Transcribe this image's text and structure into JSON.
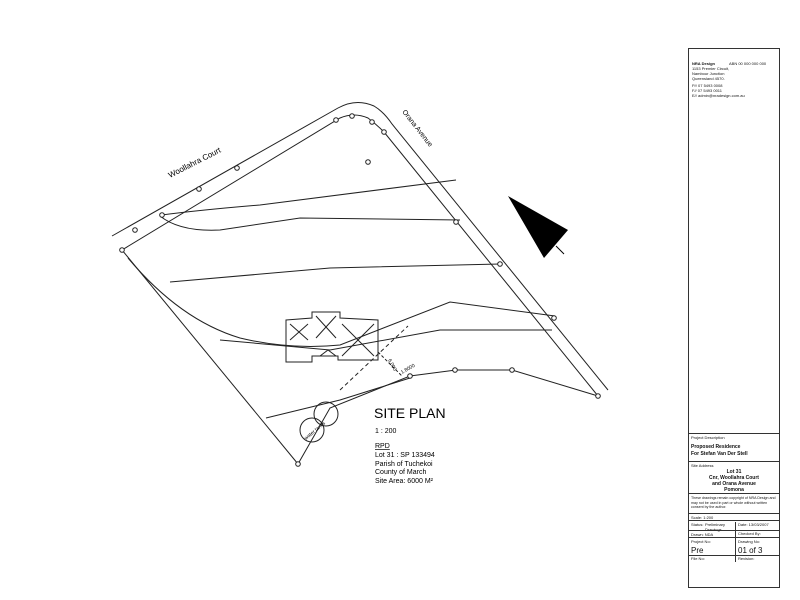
{
  "plan": {
    "title": "SITE PLAN",
    "scale": "1 : 200",
    "rpd": "RPD",
    "lot_line": "Lot 31 : SP 133494",
    "parish": "Parish of Tuchekoi",
    "county": "County of March",
    "site_area": "Site Area: 6000 M²",
    "road_north": "Woollahra Court",
    "road_east": "Orana Avenue",
    "tank_label": "water tanks",
    "dim_a": "6.000",
    "dim_b": "1.8000"
  },
  "title_block": {
    "company": "NRA Design",
    "company_sub": "ABN 00 000 000 000",
    "addr1": "1153 Premier Circuit,",
    "addr2": "Nambour Junction",
    "addr3": "Queensland 4570.",
    "ph": "P// 07 5493 0008",
    "fax": "F// 07 5493 0011",
    "email": "E// admin@nradesign.com.au",
    "project_desc_label": "Project Description",
    "project_desc_1": "Proposed Residence",
    "project_desc_2": "For Stefan Van Der Stell",
    "site_addr_label": "Site Address",
    "site_addr_1": "Lot 31",
    "site_addr_2": "Cnr, Woollahra Court",
    "site_addr_3": "and Orana Avenue",
    "site_addr_4": "Pomona",
    "copyright": "These drawings remain copyright of NRA Design and may not be used in part or whole without written consent by the author.",
    "scale_label": "Scale: 1:200",
    "status_label": "Status:",
    "status_val": "Preliminary Drawings",
    "date_label": "Date: 13/03/2007",
    "drawn_label": "Drawn: NDA",
    "checked_label": "Checked By:",
    "project_no_label": "Project No:",
    "drawing_no_label": "Drawing No:",
    "project_no": "Pre",
    "drawing_no": "01 of 3",
    "file_label": "File No:",
    "revision_label": "Revision:"
  }
}
